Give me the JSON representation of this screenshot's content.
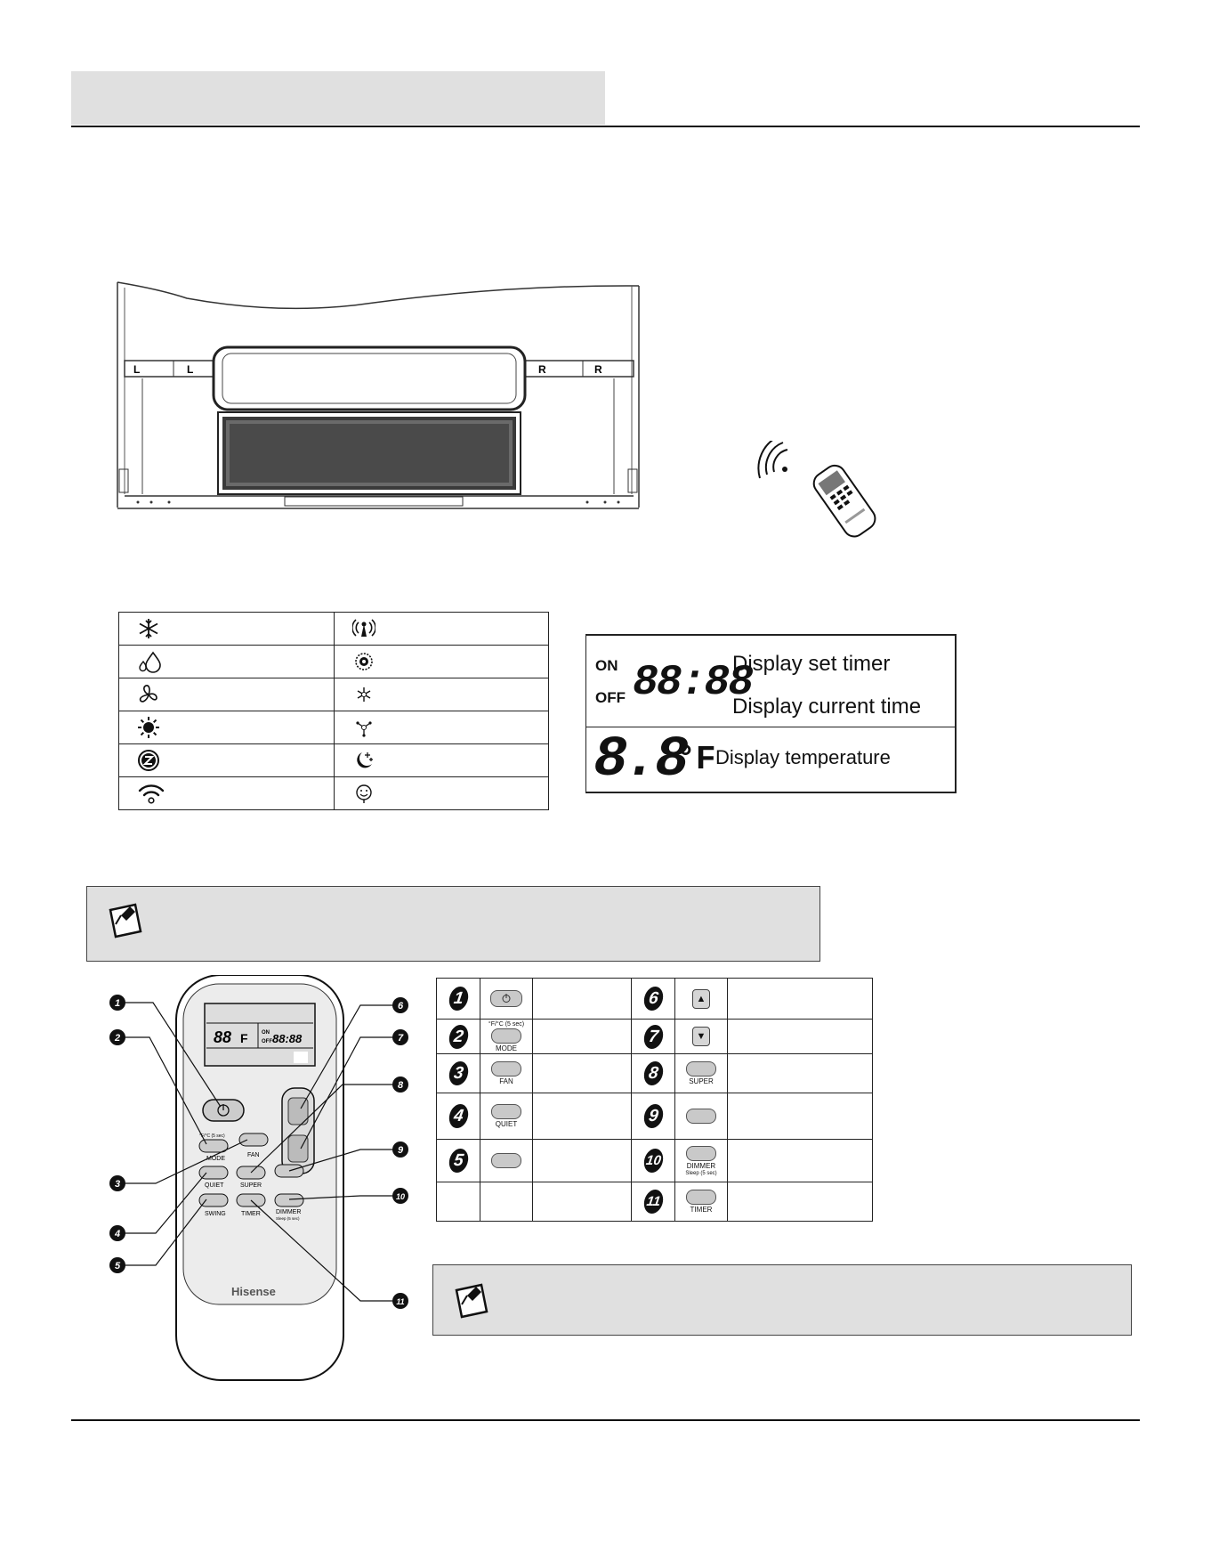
{
  "lcd": {
    "on_label": "ON",
    "off_label": "OFF",
    "time_digits": "88:88",
    "temp_digits": "8.8",
    "temp_unit": "°F",
    "set_timer_label": "Display set timer",
    "current_time_label": "Display current time",
    "temperature_label": "Display temperature"
  },
  "unit": {
    "left_labels": [
      "L",
      "L"
    ],
    "right_labels": [
      "R",
      "R"
    ]
  },
  "icons": {
    "left": [
      "snowflake-icon",
      "dehumidify-drop-icon",
      "fan-icon",
      "sun-heat-icon",
      "auto-mode-icon",
      "wifi-icon"
    ],
    "right": [
      "signal-tower-icon",
      "fan-speed-icon",
      "small-snowflake-icon",
      "follow-me-icon",
      "sleep-moon-icon",
      "smiley-icon"
    ]
  },
  "remote": {
    "brand": "Hisense",
    "lcd_digits": "88",
    "lcd_unit": "F",
    "lcd_time": "88:88",
    "lcd_on": "ON",
    "lcd_off": "OFF",
    "mode_top": "°F/°C (5 sec)",
    "mode": "MODE",
    "fan": "FAN",
    "quiet": "QUIET",
    "super": "SUPER",
    "swing": "SWING",
    "timer": "TIMER",
    "dimmer": "DIMMER",
    "dimmer_sub": "Sleep (5 sec)",
    "callouts": [
      "1",
      "2",
      "3",
      "4",
      "5",
      "6",
      "7",
      "8",
      "9",
      "10",
      "11"
    ]
  },
  "buttons": {
    "rows": [
      {
        "ln": "1",
        "ltop": "",
        "llabel": "",
        "lkind": "power",
        "rn": "6",
        "rkind": "up",
        "rtop": "",
        "rlabel": ""
      },
      {
        "ln": "2",
        "ltop": "°F/°C (5 sec)",
        "llabel": "MODE",
        "lkind": "pill",
        "rn": "7",
        "rkind": "down",
        "rtop": "",
        "rlabel": ""
      },
      {
        "ln": "3",
        "ltop": "",
        "llabel": "FAN",
        "lkind": "pill",
        "rn": "8",
        "rkind": "pill",
        "rtop": "",
        "rlabel": "SUPER"
      },
      {
        "ln": "4",
        "ltop": "",
        "llabel": "QUIET",
        "lkind": "pill",
        "rn": "9",
        "rkind": "pill",
        "rtop": "",
        "rlabel": ""
      },
      {
        "ln": "5",
        "ltop": "",
        "llabel": "",
        "lkind": "pill",
        "rn": "10",
        "rkind": "pill",
        "rtop": "",
        "rlabel": "DIMMER",
        "rsub": "Sleep (5 sec)"
      },
      {
        "ln": "",
        "ltop": "",
        "llabel": "",
        "lkind": "none",
        "rn": "11",
        "rkind": "pill",
        "rtop": "",
        "rlabel": "TIMER"
      }
    ],
    "up_glyph": "▲",
    "down_glyph": "▼"
  }
}
